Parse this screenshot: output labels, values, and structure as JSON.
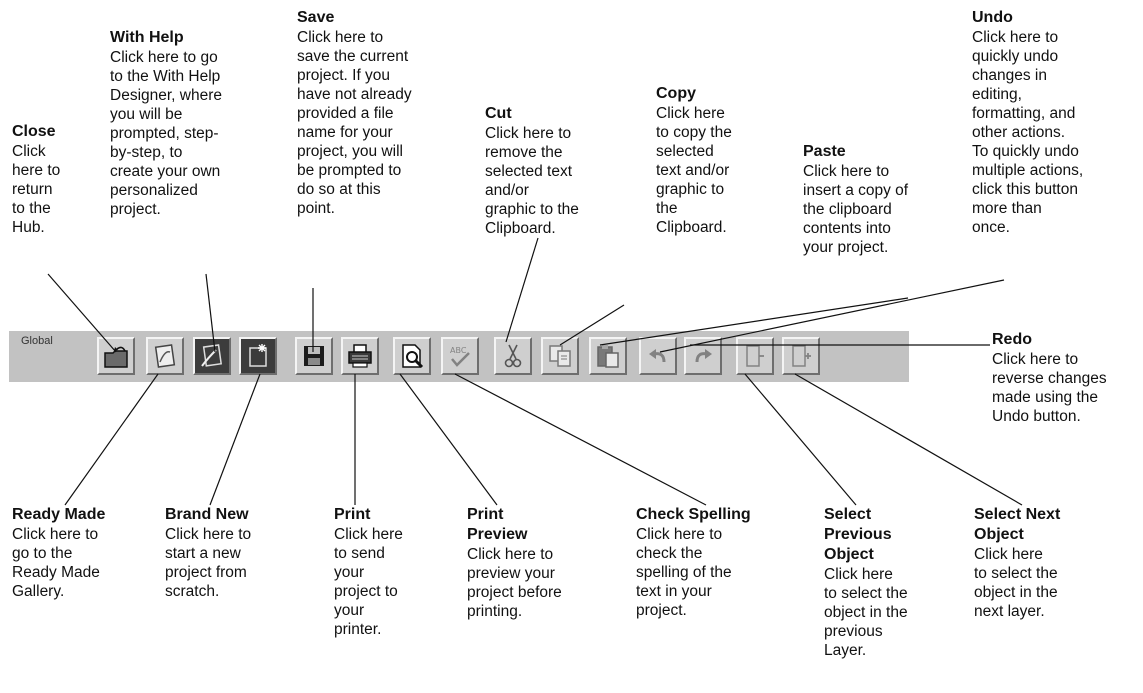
{
  "toolbar": {
    "label": "Global"
  },
  "callouts": {
    "close": {
      "title": "Close",
      "desc": "Click\nhere to\nreturn\nto the\nHub."
    },
    "with_help": {
      "title": "With Help",
      "desc": "Click here to go\nto the With Help\nDesigner, where\nyou will be\nprompted, step-\nby-step, to\ncreate your own\npersonalized\nproject."
    },
    "save": {
      "title": "Save",
      "desc": "Click here to\nsave the current\nproject. If you\nhave not already\nprovided a file\nname for your\nproject, you will\nbe prompted to\ndo so at this\npoint."
    },
    "cut": {
      "title": "Cut",
      "desc": "Click here to\nremove the\nselected text\nand/or\ngraphic to the\nClipboard."
    },
    "copy": {
      "title": "Copy",
      "desc": "Click here\nto copy the\nselected\ntext and/or\ngraphic to\nthe\nClipboard."
    },
    "paste": {
      "title": "Paste",
      "desc": "Click here to\ninsert a copy of\nthe clipboard\ncontents into\nyour project."
    },
    "undo": {
      "title": "Undo",
      "desc": "Click here to\nquickly undo\nchanges in\nediting,\nformatting, and\nother actions.\nTo quickly undo\nmultiple actions,\nclick this button\nmore than\nonce."
    },
    "redo": {
      "title": "Redo",
      "desc": "Click here to\nreverse changes\nmade using the\nUndo button."
    },
    "ready_made": {
      "title": "Ready Made",
      "desc": "Click here to\ngo to the\nReady Made\nGallery."
    },
    "brand_new": {
      "title": "Brand New",
      "desc": "Click here to\nstart a new\nproject from\nscratch."
    },
    "print": {
      "title": "Print",
      "desc": "Click here\nto send\nyour\nproject to\nyour\nprinter."
    },
    "print_preview": {
      "title": "Print\nPreview",
      "desc": "Click here to\npreview your\nproject before\nprinting."
    },
    "check_spelling": {
      "title": "Check Spelling",
      "desc": "Click here to\ncheck the\nspelling of the\ntext in your\nproject."
    },
    "select_previous": {
      "title": "Select\nPrevious\nObject",
      "desc": "Click here\nto select the\nobject in the\nprevious\nLayer."
    },
    "select_next": {
      "title": "Select Next\nObject",
      "desc": "Click here\nto select the\nobject in the\nnext layer."
    }
  }
}
